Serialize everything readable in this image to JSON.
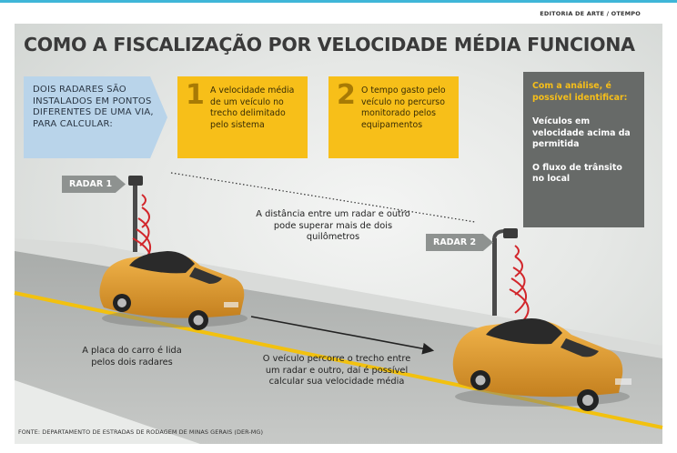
{
  "credit": "EDITORIA DE ARTE / OTEMPO",
  "title": "COMO A FISCALIZAÇÃO POR VELOCIDADE MÉDIA FUNCIONA",
  "intro": "DOIS RADARES SÃO INSTALADOS EM PONTOS DIFERENTES DE UMA VIA, PARA CALCULAR:",
  "steps": [
    {
      "number": "1",
      "text": "A velocidade média de um veículo no trecho delimitado pelo sistema"
    },
    {
      "number": "2",
      "text": "O tempo gasto pelo veículo no percurso monitorado pelos equipamentos"
    }
  ],
  "analysis": {
    "heading": "Com a análise, é possível identificar:",
    "items": [
      "Veículos em velocidade acima da permitida",
      "O fluxo de trânsito no local"
    ]
  },
  "radars": {
    "radar1": "RADAR 1",
    "radar2": "RADAR 2"
  },
  "captions": {
    "distance": "A distância entre um radar e outro pode superar mais de dois quilômetros",
    "plate": "A placa do carro é lida pelos dois radares",
    "speed": "O veículo percorre o trecho entre um radar e outro, daí é possível calcular sua velocidade média"
  },
  "source": "FONTE: DEPARTAMENTO DE ESTRADAS DE RODAGEM DE MINAS GERAIS (DER-MG)",
  "colors": {
    "accent_yellow": "#f7bf19",
    "intro_blue": "#b9d4ea",
    "analysis_gray": "#676a68",
    "radar_wave_red": "#d2262b",
    "car_orange": "#e4a23a",
    "road_line_yellow": "#f2c10f"
  }
}
